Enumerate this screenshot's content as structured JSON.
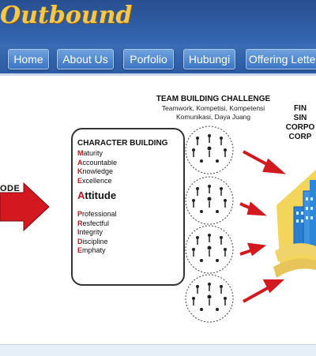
{
  "header": {
    "logo_text": "Outbound",
    "nav": [
      {
        "label": "Home"
      },
      {
        "label": "About Us"
      },
      {
        "label": "Porfolio"
      },
      {
        "label": "Hubungi"
      },
      {
        "label": "Offering Letter"
      }
    ]
  },
  "diagram": {
    "left_label": "ODE",
    "character_building": {
      "title": "CHARACTER BUILDING",
      "traits": [
        {
          "letter": "M",
          "rest": "aturity"
        },
        {
          "letter": "A",
          "rest": "ccountable"
        },
        {
          "letter": "K",
          "rest": "nowledge"
        },
        {
          "letter": "E",
          "rest": "xcellence"
        }
      ],
      "attitude_letter": "A",
      "attitude_rest": "ttitude",
      "values": [
        {
          "letter": "P",
          "rest": "rofessional"
        },
        {
          "letter": "R",
          "rest": "esfectful"
        },
        {
          "letter": "I",
          "rest": "ntegrity"
        },
        {
          "letter": "D",
          "rest": "iscipline"
        },
        {
          "letter": "E",
          "rest": "mphaty"
        }
      ]
    },
    "team_building": {
      "title": "TEAM BUILDING CHALLENGE",
      "subtitle_line1": "Teamwork, Kompetisi, Kompetensi",
      "subtitle_line2": "Komunikasi, Daya Juang"
    },
    "right_text": [
      "FIN",
      "SIN",
      "CORPO",
      "CORP"
    ]
  },
  "colors": {
    "header_blue": "#2f5fa8",
    "nav_button": "#4a82cc",
    "logo_gold": "#f6c84a",
    "arrow_red": "#d3191f",
    "highlight_red": "#c0141b"
  }
}
